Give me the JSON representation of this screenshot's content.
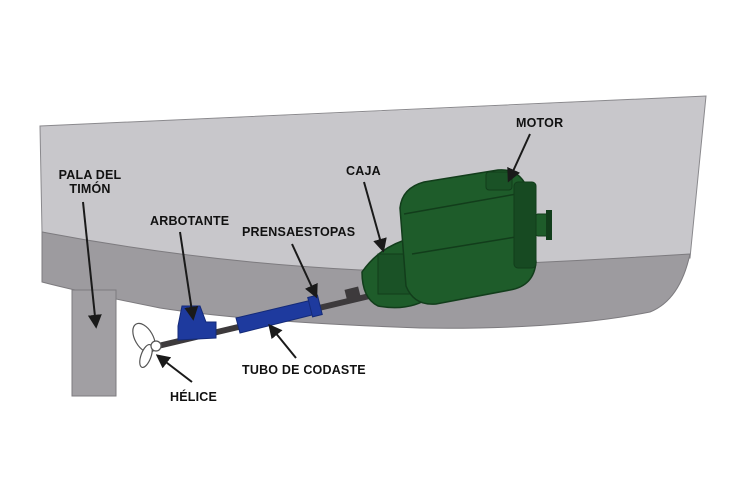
{
  "labels": {
    "rudder_line1": "PALA DEL",
    "rudder_line2": "TIMÓN",
    "strut": "ARBOTANTE",
    "stuffing_box": "PRENSAESTOPAS",
    "gearbox": "CAJA",
    "engine": "MOTOR",
    "stern_tube": "TUBO DE CODASTE",
    "propeller": "HÉLICE"
  },
  "colors": {
    "hull_upper": "#c8c7cb",
    "hull_lower": "#9d9b9f",
    "rudder": "#a19fa3",
    "engine_green": "#1e5c2a",
    "engine_dark": "#123d1b",
    "blue_parts": "#1e3a9e",
    "shaft": "#3d3a3c",
    "arrow": "#1a1a1a"
  },
  "icons": {
    "propeller": "propeller-icon",
    "engine": "engine-icon",
    "gearbox": "gearbox-icon"
  }
}
